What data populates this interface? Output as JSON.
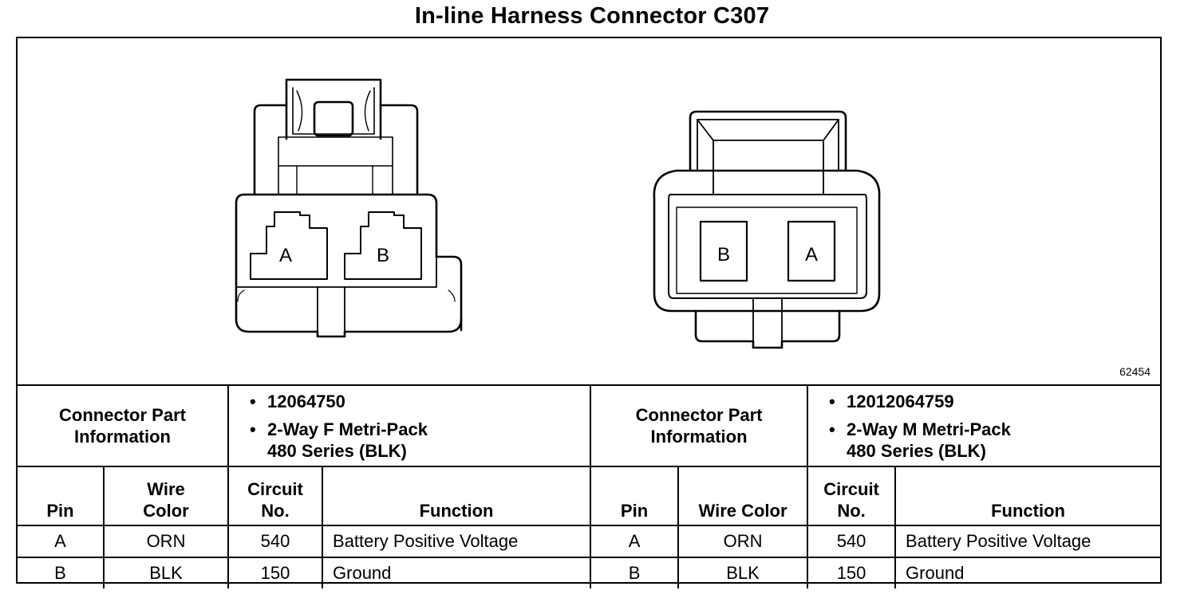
{
  "title": "In-line Harness Connector C307",
  "figure_id": "62454",
  "connector_left": {
    "pin_labels": [
      "A",
      "B"
    ],
    "part_info_heading": [
      "Connector Part",
      "Information"
    ],
    "part_number": "12064750",
    "description": [
      "2-Way F Metri-Pack",
      "480 Series (BLK)"
    ]
  },
  "connector_right": {
    "pin_labels": [
      "B",
      "A"
    ],
    "part_info_heading": [
      "Connector Part",
      "Information"
    ],
    "part_number": "12012064759",
    "description": [
      "2-Way M Metri-Pack",
      "480 Series (BLK)"
    ]
  },
  "table_headers_left": {
    "pin": "Pin",
    "wire_color": [
      "Wire",
      "Color"
    ],
    "circuit": [
      "Circuit",
      "No."
    ],
    "function": "Function"
  },
  "table_headers_right": {
    "pin": "Pin",
    "wire_color": "Wire Color",
    "circuit": [
      "Circuit",
      "No."
    ],
    "function": "Function"
  },
  "rows_left": [
    {
      "pin": "A",
      "wire_color": "ORN",
      "circuit": "540",
      "function": "Battery Positive Voltage"
    },
    {
      "pin": "B",
      "wire_color": "BLK",
      "circuit": "150",
      "function": "Ground"
    }
  ],
  "rows_right": [
    {
      "pin": "A",
      "wire_color": "ORN",
      "circuit": "540",
      "function": "Battery Positive Voltage"
    },
    {
      "pin": "B",
      "wire_color": "BLK",
      "circuit": "150",
      "function": "Ground"
    }
  ]
}
